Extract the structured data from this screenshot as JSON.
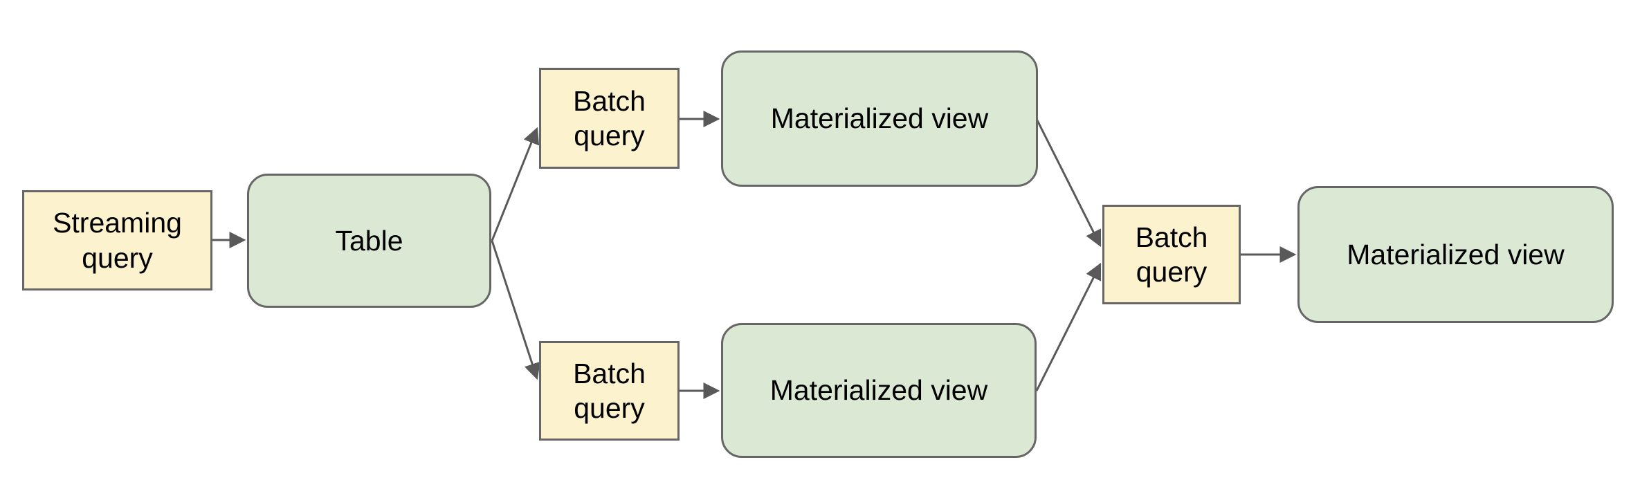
{
  "diagram": {
    "nodes": [
      {
        "id": "streaming-query",
        "label": "Streaming query",
        "kind": "query"
      },
      {
        "id": "table",
        "label": "Table",
        "kind": "view"
      },
      {
        "id": "batch-query-top",
        "label": "Batch query",
        "kind": "query"
      },
      {
        "id": "materialized-view-top",
        "label": "Materialized view",
        "kind": "view"
      },
      {
        "id": "batch-query-bottom",
        "label": "Batch query",
        "kind": "query"
      },
      {
        "id": "materialized-view-bottom",
        "label": "Materialized view",
        "kind": "view"
      },
      {
        "id": "batch-query-join",
        "label": "Batch query",
        "kind": "query"
      },
      {
        "id": "materialized-view-final",
        "label": "Materialized view",
        "kind": "view"
      }
    ],
    "edges": [
      {
        "from": "streaming-query",
        "to": "table"
      },
      {
        "from": "table",
        "to": "batch-query-top"
      },
      {
        "from": "table",
        "to": "batch-query-bottom"
      },
      {
        "from": "batch-query-top",
        "to": "materialized-view-top"
      },
      {
        "from": "batch-query-bottom",
        "to": "materialized-view-bottom"
      },
      {
        "from": "materialized-view-top",
        "to": "batch-query-join"
      },
      {
        "from": "materialized-view-bottom",
        "to": "batch-query-join"
      },
      {
        "from": "batch-query-join",
        "to": "materialized-view-final"
      }
    ]
  },
  "colors": {
    "query_node_fill": "#fcf2cd",
    "view_node_fill": "#dbe8d3",
    "node_border": "#666666",
    "connector": "#595959",
    "label_text": "#000000",
    "background": "#ffffff"
  }
}
